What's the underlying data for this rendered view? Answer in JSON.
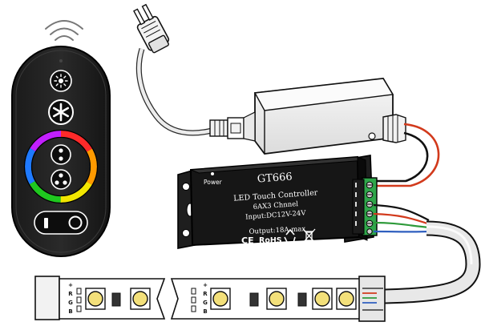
{
  "controller": {
    "model": "GT666",
    "power_label": "Power",
    "title": "LED Touch Controller",
    "channels": "6AX3 Chnnel",
    "input": "Input:DC12V-24V",
    "output": "Output:18A max",
    "cert_ce": "CE",
    "cert_rohs": "RoHS"
  },
  "strip": {
    "left_labels": [
      "+",
      "R",
      "G",
      "B"
    ],
    "right_labels": [
      "+",
      "R",
      "G",
      "B"
    ]
  },
  "colors": {
    "wire_red": "#d23a1c",
    "wire_green": "#2e9a3a",
    "wire_blue": "#2f5fbf",
    "wire_black": "#111111",
    "led_yellow": "#f3e07a",
    "terminal_green": "#2fa64a"
  },
  "icons": {
    "remote_buttons": [
      "brightness-icon",
      "flash-icon",
      "mode-icon",
      "speed-icon",
      "power-toggle-icon"
    ],
    "cert": [
      "recycle-icon",
      "crossed-bin-icon"
    ]
  }
}
